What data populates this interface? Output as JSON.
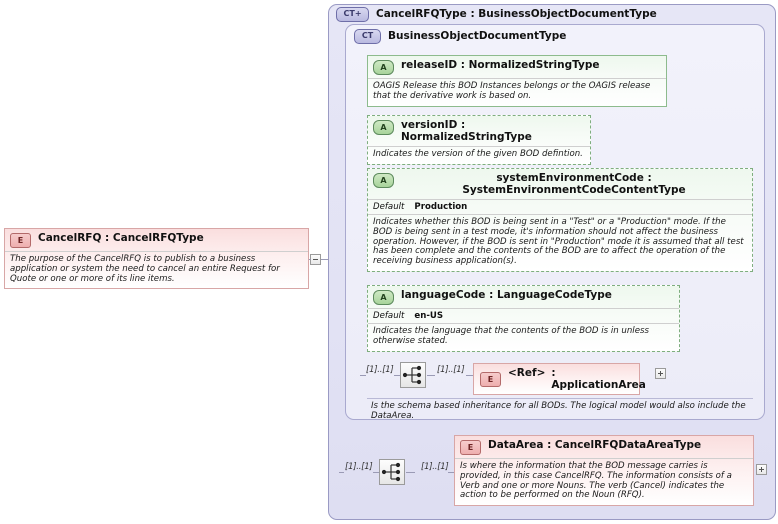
{
  "diagram": {
    "kind": "xml-schema-component-diagram",
    "root_element": {
      "icon": "element-icon",
      "icon_label": "E",
      "title": "CancelRFQ : CancelRFQType",
      "documentation": "The purpose of the CancelRFQ is to publish to a business application or system the need to cancel an entire Request for Quote or one or more of its line items.",
      "toggle": "minus"
    },
    "outer_frame": {
      "icon": "complextype-expandable-icon",
      "icon_label": "CT",
      "icon_suffix": "+",
      "title": "CancelRFQType : BusinessObjectDocumentType"
    },
    "inner_frame": {
      "icon": "complextype-icon",
      "icon_label": "CT",
      "title": "BusinessObjectDocumentType",
      "inheritance_note": "Is the schema based inheritance for all BODs. The logical model would also include the DataArea."
    },
    "attributes": [
      {
        "icon_label": "A",
        "title": "releaseID : NormalizedStringType",
        "border": "solid",
        "documentation": "OAGIS Release this BOD Instances belongs or the OAGIS release that the derivative work is based on."
      },
      {
        "icon_label": "A",
        "title": "versionID : NormalizedStringType",
        "border": "dashed",
        "documentation": "Indicates the version of the given BOD defintion."
      },
      {
        "icon_label": "A",
        "title": "systemEnvironmentCode : SystemEnvironmentCodeContentType",
        "border": "dashed",
        "default_label": "Default",
        "default_value": "Production",
        "documentation": "Indicates whether this BOD is being sent in a \"Test\" or a \"Production\" mode. If the BOD is being sent in a test mode, it's information should not affect the business operation. However, if the BOD is sent in \"Production\" mode it is assumed that all test has been complete and the contents of the BOD are to affect the operation of the receiving business application(s)."
      },
      {
        "icon_label": "A",
        "title": "languageCode : LanguageCodeType",
        "border": "dashed",
        "default_label": "Default",
        "default_value": "en-US",
        "documentation": "Indicates the language that the contents of the BOD is in unless otherwise stated."
      }
    ],
    "children": [
      {
        "icon_label": "E",
        "name": "<Ref>",
        "type": ": ApplicationArea",
        "toggle": "plus",
        "cardinality_left": "[1]..[1]",
        "cardinality_right": "[1]..[1]"
      },
      {
        "icon_label": "E",
        "title": "DataArea : CancelRFQDataAreaType",
        "toggle": "plus",
        "cardinality_left": "[1]..[1]",
        "cardinality_right": "[1]..[1]",
        "documentation": "Is where the information that the BOD message carries is provided, in this case CancelRFQ. The information consists of a Verb and one or more Nouns. The verb (Cancel) indicates the action to be performed on the Noun (RFQ)."
      }
    ],
    "compositors": [
      {
        "icon": "sequence-compositor-icon",
        "for": "application-area"
      },
      {
        "icon": "sequence-compositor-icon",
        "for": "data-area"
      }
    ],
    "colors": {
      "frame_outer": "#e4e4f5",
      "frame_inner": "#f0f0fa",
      "attribute_green": "#eef8ee",
      "element_pink": "#fadede",
      "connector_line": "#9a9ab5"
    }
  }
}
